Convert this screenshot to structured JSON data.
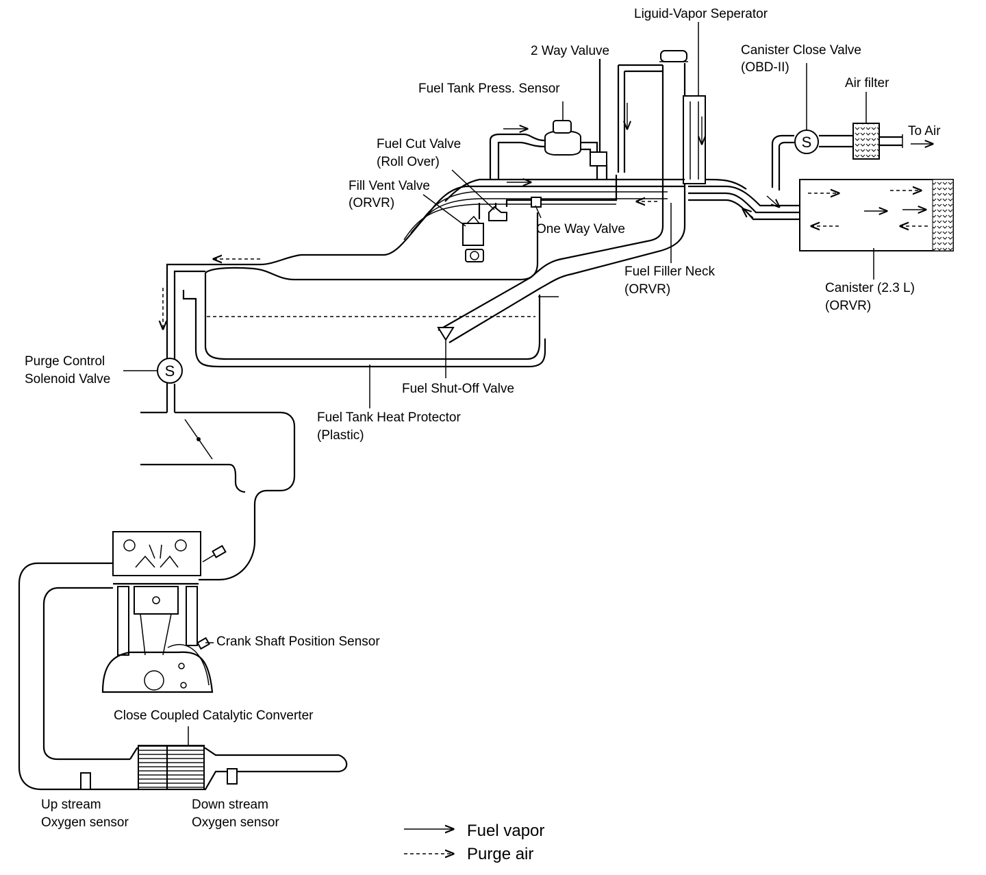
{
  "labels": {
    "liquid_vapor_separator": "Liguid-Vapor Seperator",
    "two_way_valve": "2 Way Valuve",
    "canister_close_valve": "Canister Close Valve",
    "canister_close_valve_sub": "(OBD-II)",
    "air_filter": "Air filter",
    "to_air": "To Air",
    "fuel_tank_press_sensor": "Fuel Tank Press. Sensor",
    "fuel_cut_valve": "Fuel Cut Valve",
    "fuel_cut_valve_sub": "(Roll Over)",
    "fill_vent_valve": "Fill Vent Valve",
    "fill_vent_valve_sub": "(ORVR)",
    "one_way_valve": "One Way Valve",
    "fuel_filler_neck": "Fuel Filler Neck",
    "fuel_filler_neck_sub": "(ORVR)",
    "canister": "Canister (2.3 L)",
    "canister_sub": "(ORVR)",
    "purge_control_line1": "Purge Control",
    "purge_control_line2": "Solenoid Valve",
    "fuel_shutoff_valve": "Fuel Shut-Off Valve",
    "heat_protector": "Fuel Tank Heat Protector",
    "heat_protector_sub": "(Plastic)",
    "crank_sensor": "Crank Shaft Position Sensor",
    "catalytic_converter": "Close Coupled Catalytic Converter",
    "upstream_line1": "Up stream",
    "upstream_line2": "Oxygen sensor",
    "downstream_line1": "Down stream",
    "downstream_line2": "Oxygen sensor",
    "solenoid_symbol": "S"
  },
  "legend": {
    "fuel_vapor": "Fuel vapor",
    "purge_air": "Purge air"
  }
}
